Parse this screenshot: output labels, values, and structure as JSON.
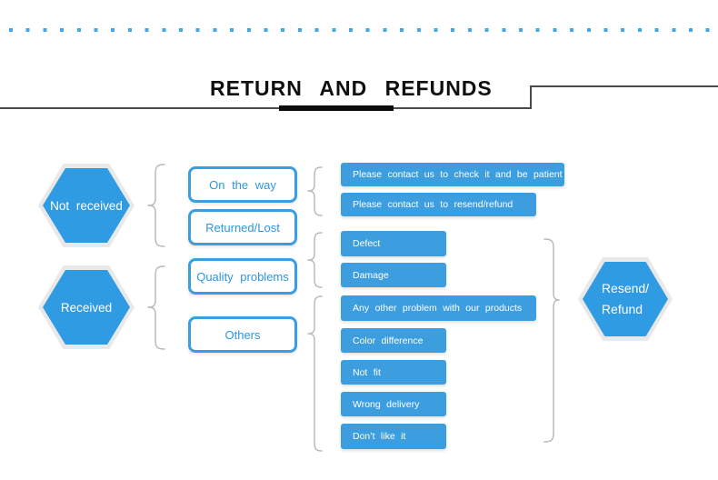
{
  "title": "RETURN AND REFUNDS",
  "colors": {
    "dash_blue": "#45a8e6",
    "bar_blue": "#3d9edf",
    "hexagon_blue": "#2f9be3",
    "box_border_blue": "#3a9ee3",
    "box_text_blue": "#2e96e0",
    "brace_gray": "#b9b9b9",
    "rule_dark": "#4a4a4a",
    "title_black": "#0d0d0d"
  },
  "flow": {
    "sources": [
      {
        "label": "Not received"
      },
      {
        "label": "Received"
      }
    ],
    "categories": [
      {
        "label": "On the way"
      },
      {
        "label": "Returned/Lost"
      },
      {
        "label": "Quality problems"
      },
      {
        "label": "Others"
      }
    ],
    "outcomes": [
      {
        "label": "Please contact us to check it and be patient"
      },
      {
        "label": "Please contact us to resend/refund"
      },
      {
        "label": "Defect"
      },
      {
        "label": "Damage"
      },
      {
        "label": "Any other problem with our products"
      },
      {
        "label": "Color difference"
      },
      {
        "label": "Not fit"
      },
      {
        "label": "Wrong delivery"
      },
      {
        "label": "Don’t like it"
      }
    ],
    "result": {
      "line1": "Resend/",
      "line2": "Refund"
    }
  }
}
